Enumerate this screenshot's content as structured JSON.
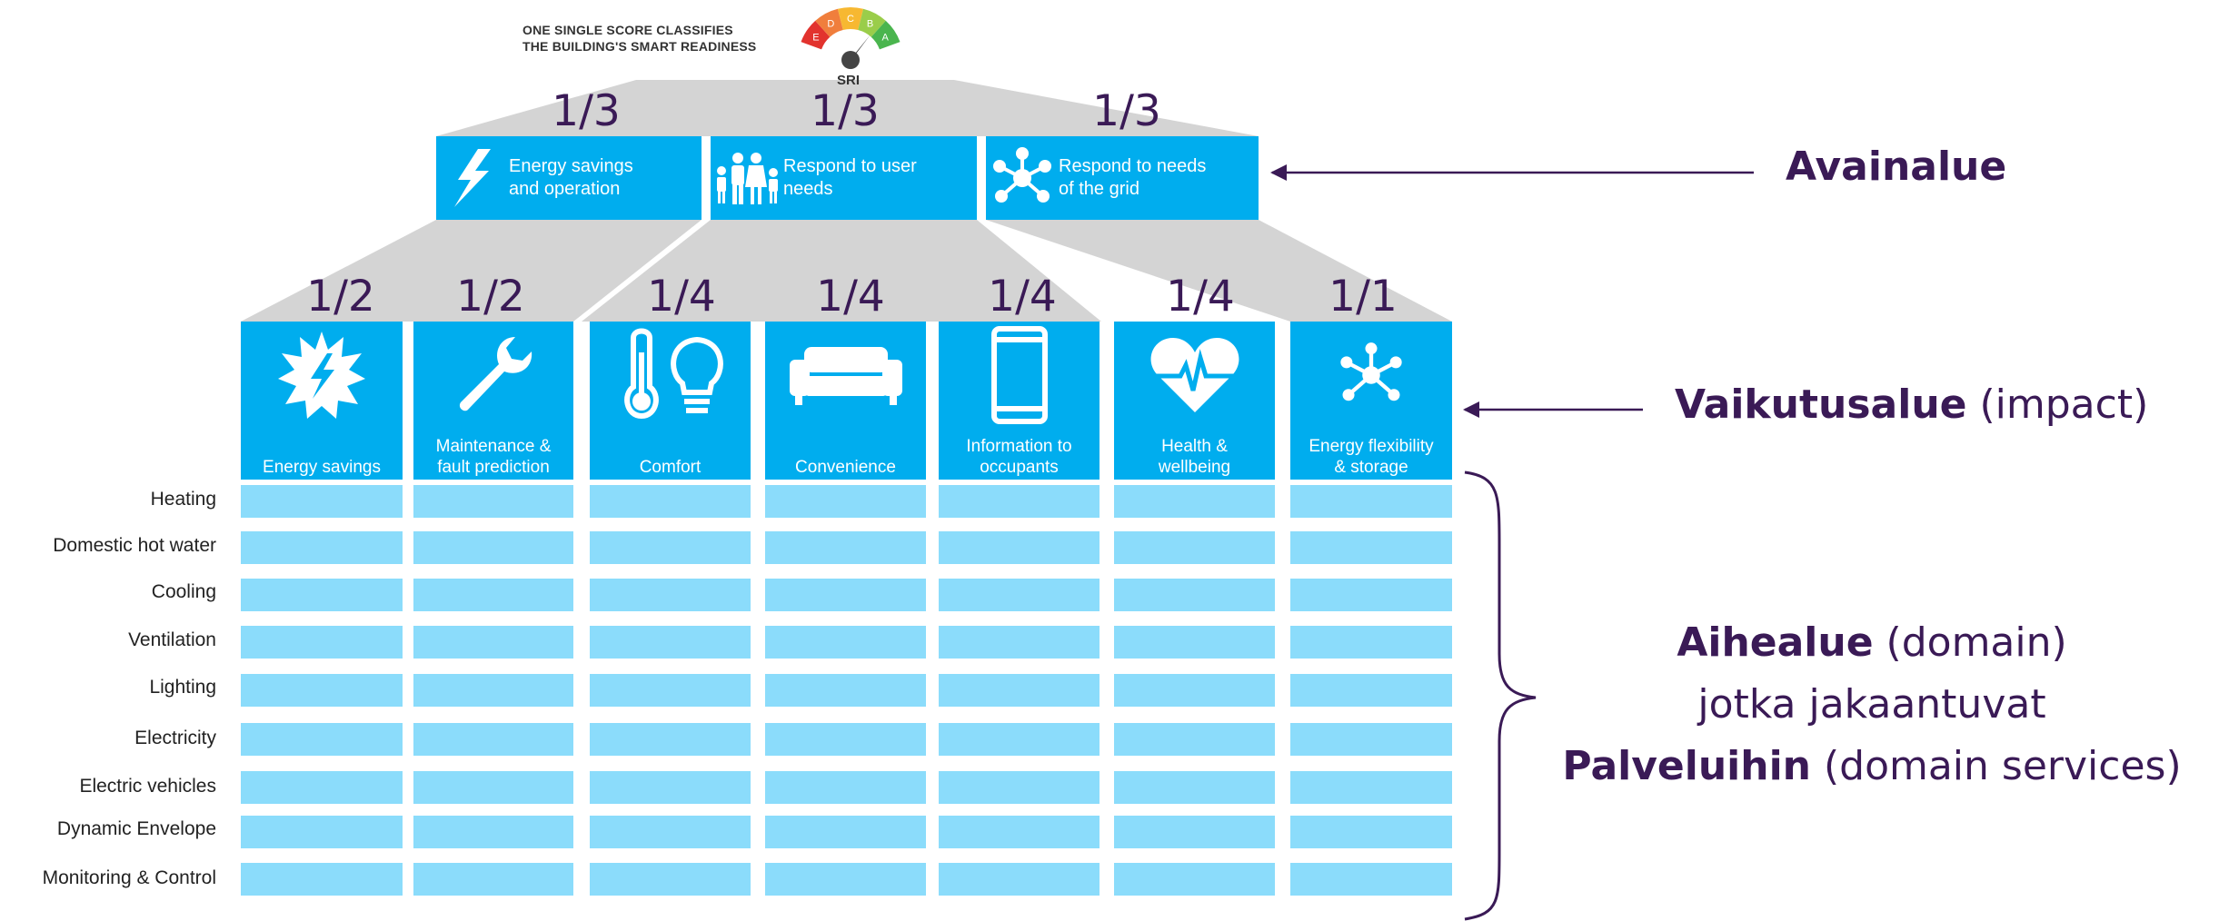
{
  "sri": {
    "caption": "ONE SINGLE SCORE CLASSIFIES\nTHE BUILDING'S SMART READINESS",
    "gauge_letters": [
      "E",
      "D",
      "C",
      "B",
      "A"
    ],
    "gauge_colors": [
      "#e2332e",
      "#f07e3c",
      "#f7b831",
      "#9acd4a",
      "#4ab54e"
    ],
    "label": "SRI"
  },
  "key_fractions": [
    "1/3",
    "1/3",
    "1/3"
  ],
  "key_criteria": [
    {
      "label": "Energy savings\nand operation",
      "icon": "lightning-icon"
    },
    {
      "label": "Respond to user\nneeds",
      "icon": "family-icon"
    },
    {
      "label": "Respond to needs\nof the grid",
      "icon": "network-icon"
    }
  ],
  "impact_fractions": [
    "1/2",
    "1/2",
    "1/4",
    "1/4",
    "1/4",
    "1/4",
    "1/1"
  ],
  "impact_criteria": [
    {
      "label": "Energy savings",
      "icon": "energy-burst-icon"
    },
    {
      "label": "Maintenance &\nfault prediction",
      "icon": "wrench-icon"
    },
    {
      "label": "Comfort",
      "icon": "thermometer-bulb-icon"
    },
    {
      "label": "Convenience",
      "icon": "sofa-icon"
    },
    {
      "label": "Information to\noccupants",
      "icon": "phone-icon"
    },
    {
      "label": "Health &\nwellbeing",
      "icon": "heart-pulse-icon"
    },
    {
      "label": "Energy flexibility\n& storage",
      "icon": "network-icon"
    }
  ],
  "domains": [
    "Heating",
    "Domestic hot water",
    "Cooling",
    "Ventilation",
    "Lighting",
    "Electricity",
    "Electric vehicles",
    "Dynamic Envelope",
    "Monitoring & Control"
  ],
  "annotations": {
    "avainalue": "Avainalue",
    "vaikutusalue_bold": "Vaikutusalue",
    "vaikutusalue_rest": " (impact)",
    "aihealue_bold": "Aihealue",
    "aihealue_rest": " (domain)",
    "line2": "jotka jakaantuvat",
    "palveluihin_bold": "Palveluihin",
    "palveluihin_rest": " (domain services)"
  },
  "colors": {
    "box_blue": "#00adee",
    "cell_blue": "#8bdcfb",
    "connector_grey": "#d4d4d4",
    "accent_purple": "#3a1a56"
  }
}
